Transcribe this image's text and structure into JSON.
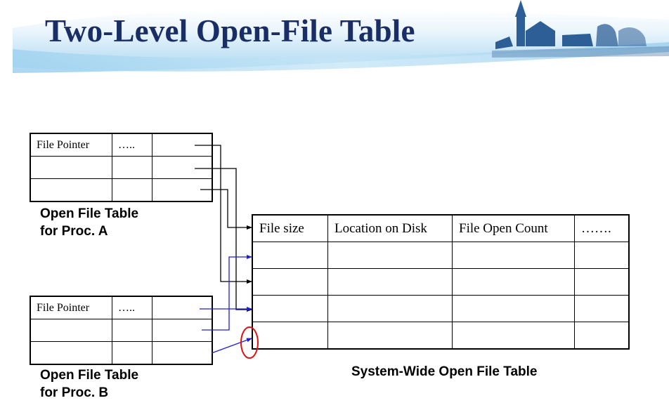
{
  "slide": {
    "title": "Two-Level Open-File Table"
  },
  "proc_a_table": {
    "caption_line1": "Open File Table",
    "caption_line2": "for Proc. A",
    "header": [
      "File Pointer",
      "…..",
      ""
    ],
    "empty_rows": 2
  },
  "proc_b_table": {
    "caption_line1": "Open File Table",
    "caption_line2": "for Proc. B",
    "header": [
      "File Pointer",
      "…..",
      ""
    ],
    "empty_rows": 2
  },
  "system_table": {
    "caption": "System-Wide Open File Table",
    "header": [
      "File size",
      "Location on Disk",
      "File Open Count",
      "……."
    ],
    "empty_rows": 4
  },
  "colors": {
    "title": "#1a2e66",
    "proc_a_links": "#000000",
    "proc_b_links": "#1f1fd6",
    "highlight_circle": "#e01010"
  }
}
